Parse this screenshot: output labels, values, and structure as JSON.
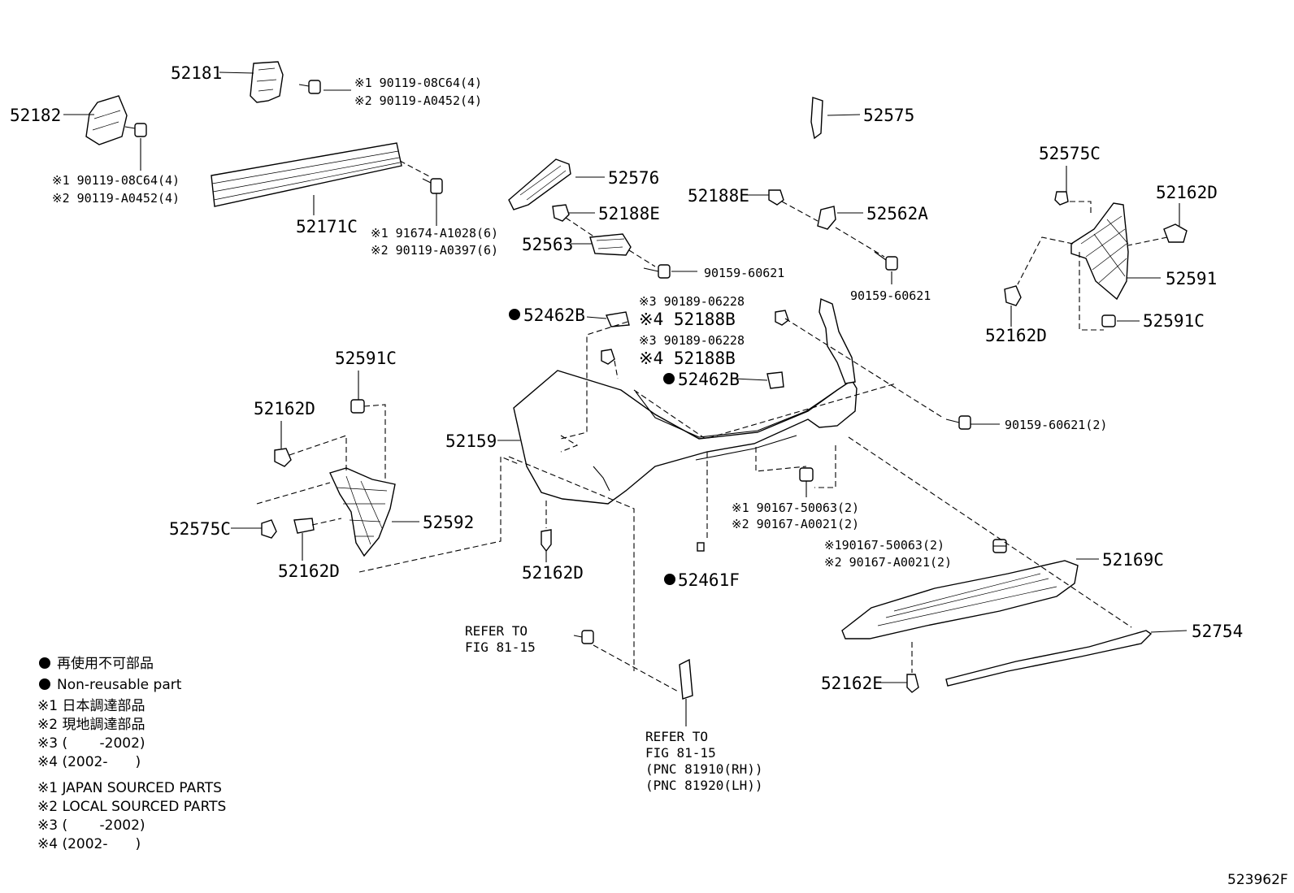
{
  "labels": {
    "p52181": "52181",
    "p52182": "52182",
    "f52181a": "※1 90119-08C64(4)",
    "f52181b": "※2 90119-A0452(4)",
    "f52182a": "※1 90119-08C64(4)",
    "f52182b": "※2 90119-A0452(4)",
    "p52171c": "52171C",
    "f52171a": "※1 91674-A1028(6)",
    "f52171b": "※2 90119-A0397(6)",
    "p52575": "52575",
    "p52576": "52576",
    "p52188e_a": "52188E",
    "p52563": "52563",
    "f90159_a": "90159-60621",
    "p52188e_b": "52188E",
    "p52562a": "52562A",
    "f90159_b": "90159-60621",
    "p52575c_r": "52575C",
    "p52162d_r1": "52162D",
    "p52591": "52591",
    "p52162d_r2": "52162D",
    "p52591c_r": "52591C",
    "p52462b_l": "52462B",
    "f90189_a": "※3 90189-06228",
    "p52188b_a": "※4 52188B",
    "f90189_b": "※3 90189-06228",
    "p52188b_b": "※4 52188B",
    "p52462b_r": "52462B",
    "f90159_c": "90159-60621(2)",
    "p52591c_l": "52591C",
    "p52162d_l1": "52162D",
    "p52159": "52159",
    "p52592": "52592",
    "p52575c_l": "52575C",
    "p52162d_l2": "52162D",
    "p52162d_c": "52162D",
    "f90167_a1": "※1 90167-50063(2)",
    "f90167_a2": "※2 90167-A0021(2)",
    "f90167_b1": "※190167-50063(2)",
    "f90167_b2": "※2 90167-A0021(2)",
    "p52169c": "52169C",
    "p52461f": "52461F",
    "p52754": "52754",
    "p52162e": "52162E",
    "refer1_a": "REFER TO",
    "refer1_b": "FIG 81-15",
    "refer2_a": "REFER TO",
    "refer2_b": "FIG 81-15",
    "refer2_c": "(PNC 81910(RH))",
    "refer2_d": "(PNC 81920(LH))"
  },
  "legend": {
    "jp_nonreusable": "再使用不可部品",
    "en_nonreusable": "Non-reusable part",
    "jp_note1": "※1 日本調達部品",
    "jp_note2": "※2 現地調達部品",
    "jp_note3": "※3 (　　 -2002)",
    "jp_note4": "※4 (2002-　　)",
    "en_note1": "※1 JAPAN SOURCED PARTS",
    "en_note2": "※2 LOCAL SOURCED PARTS",
    "en_note3": "※3 (　　 -2002)",
    "en_note4": "※4 (2002-　　)"
  },
  "figure_id": "523962F"
}
